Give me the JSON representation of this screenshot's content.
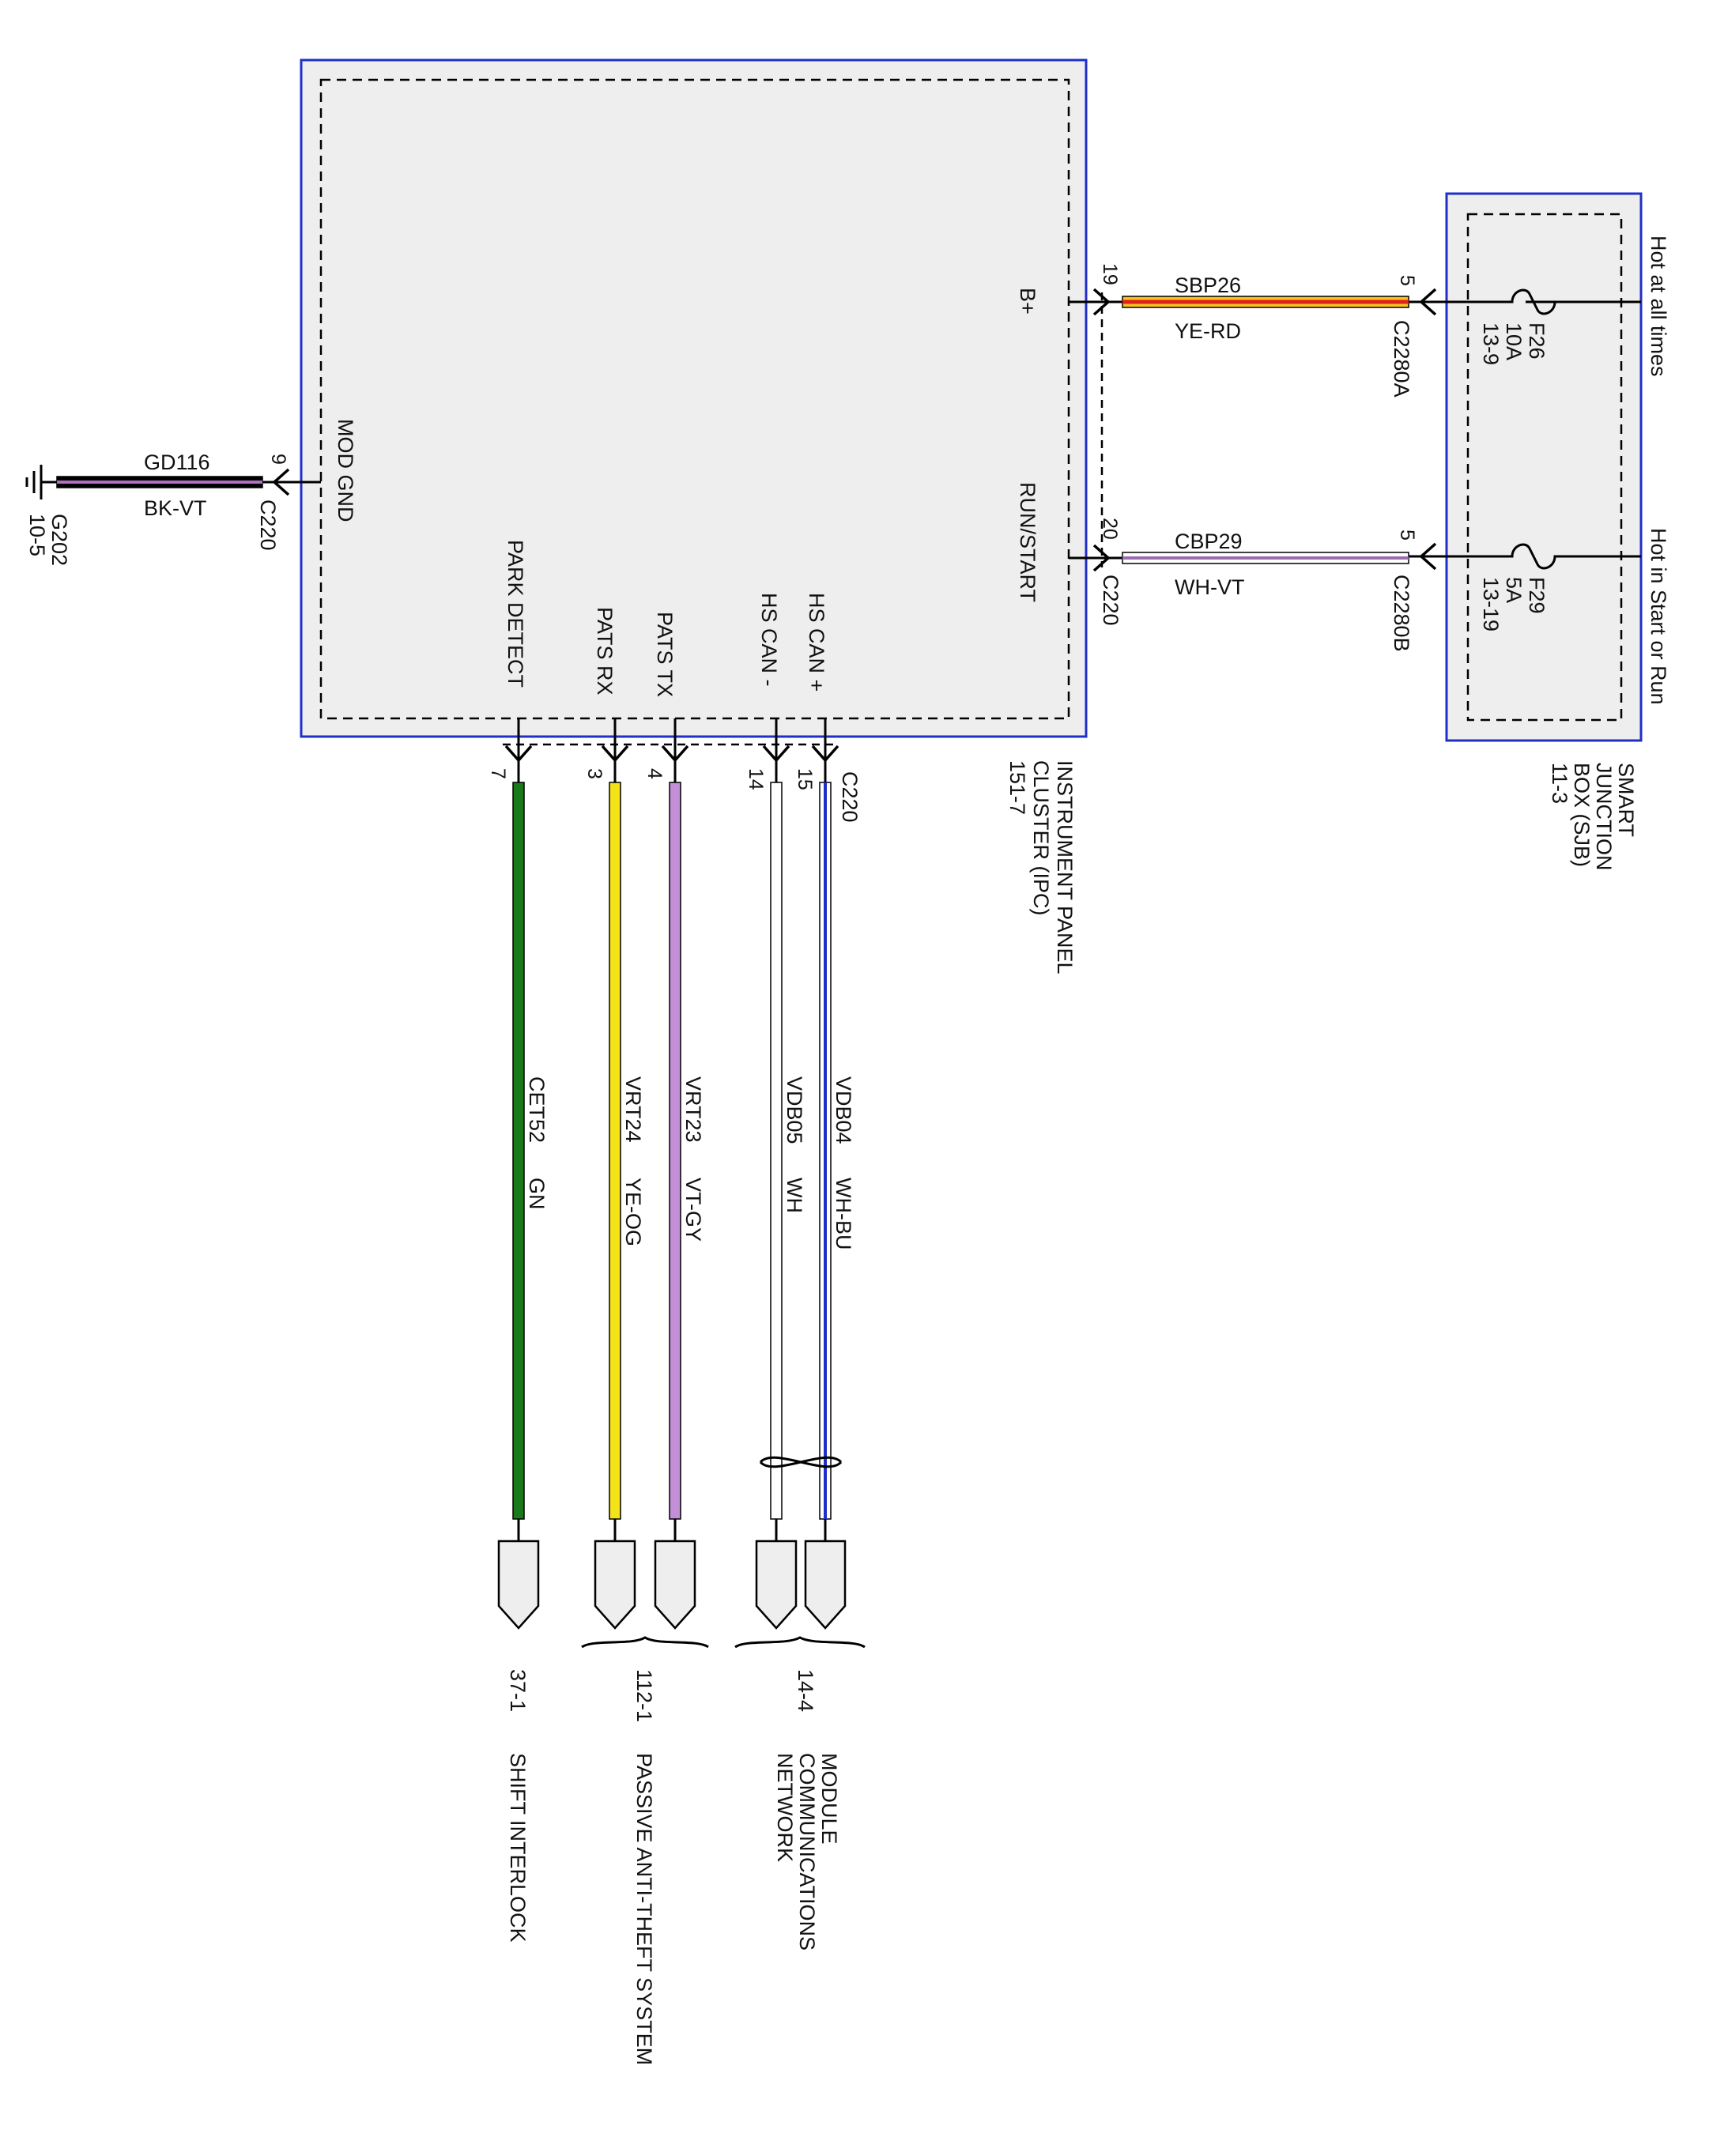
{
  "colors": {
    "module_border": "#1f2fc8",
    "module_fill": "#eeeeee",
    "wire_black": "#000000",
    "ye_rd_fill": "#f6c41c",
    "ye_rd_stripe": "#e0201c",
    "wh_vt_stripe": "#9a6bb0",
    "bk_vt_stripe": "#b070c0",
    "green": "#1a7a1a",
    "yellow": "#f4e21a",
    "violet": "#c390d8",
    "white_wire": "#ffffff",
    "blue_stripe": "#1f2fc8"
  },
  "ipc": {
    "name_line1": "INSTRUMENT PANEL",
    "name_line2": "CLUSTER (IPC)",
    "page_ref": "151-7",
    "pins": {
      "b_plus": "B+",
      "run_start": "RUN/START",
      "mod_gnd": "MOD GND",
      "park_detect": "PARK DETECT",
      "pats_rx": "PATS RX",
      "pats_tx": "PATS TX",
      "hs_can_minus": "HS CAN -",
      "hs_can_plus": "HS CAN +"
    },
    "connector": "C220"
  },
  "sjb": {
    "name_line1": "SMART",
    "name_line2": "JUNCTION",
    "name_line3": "BOX (SJB)",
    "page_ref": "11-3",
    "hot_at_all_times": "Hot at all times",
    "hot_in_start_or_run": "Hot in Start or Run",
    "fuse_f26": {
      "name": "F26",
      "rating": "10A",
      "ref": "13-9"
    },
    "fuse_f29": {
      "name": "F29",
      "rating": "5A",
      "ref": "13-19"
    }
  },
  "wires": {
    "sbp26": {
      "circuit": "SBP26",
      "color": "YE-RD",
      "ipc_pin": "19",
      "sjb_pin": "5",
      "sjb_connector": "C2280A"
    },
    "cbp29": {
      "circuit": "CBP29",
      "color": "WH-VT",
      "ipc_pin": "20",
      "ipc_connector": "C220",
      "sjb_pin": "5",
      "sjb_connector": "C2280B"
    },
    "gd116": {
      "circuit": "GD116",
      "color": "BK-VT",
      "ipc_pin": "9",
      "ipc_connector": "C220",
      "ground": "G202",
      "ground_ref": "10-5"
    },
    "cet52": {
      "circuit": "CET52",
      "color": "GN",
      "pin": "7"
    },
    "vrt24": {
      "circuit": "VRT24",
      "color": "YE-OG",
      "pin": "3"
    },
    "vrt23": {
      "circuit": "VRT23",
      "color": "VT-GY",
      "pin": "4"
    },
    "vdb05": {
      "circuit": "VDB05",
      "color": "WH",
      "pin": "14"
    },
    "vdb04": {
      "circuit": "VDB04",
      "color": "WH-BU",
      "pin": "15",
      "connector": "C220"
    }
  },
  "destinations": {
    "shift_interlock": {
      "ref": "37-1",
      "name": "SHIFT INTERLOCK"
    },
    "pats": {
      "ref": "112-1",
      "name": "PASSIVE ANTI-THEFT SYSTEM"
    },
    "network": {
      "ref": "14-4",
      "line1": "MODULE",
      "line2": "COMMUNICATIONS",
      "line3": "NETWORK"
    }
  }
}
